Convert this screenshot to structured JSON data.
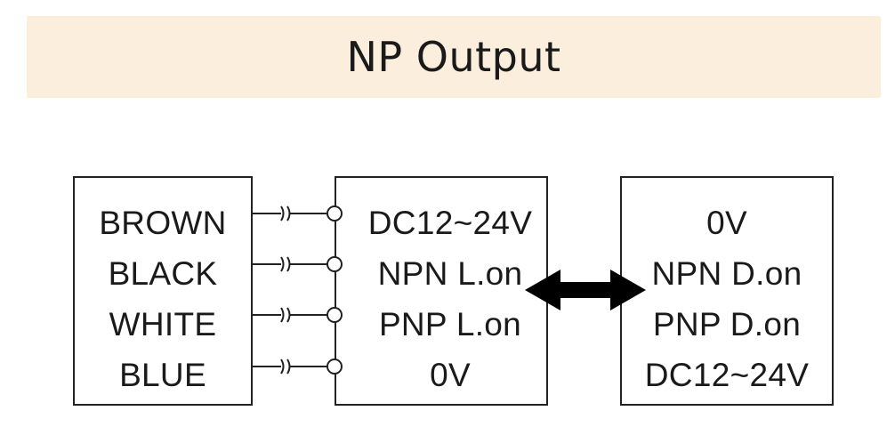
{
  "title": "NP Output",
  "wire_colors": [
    "BROWN",
    "BLACK",
    "WHITE",
    "BLUE"
  ],
  "terminals": [
    "DC12~24V",
    "NPN L.on",
    "PNP L.on",
    "0V"
  ],
  "mapping": [
    "0V",
    "NPN D.on",
    "PNP D.on",
    "DC12~24V"
  ]
}
